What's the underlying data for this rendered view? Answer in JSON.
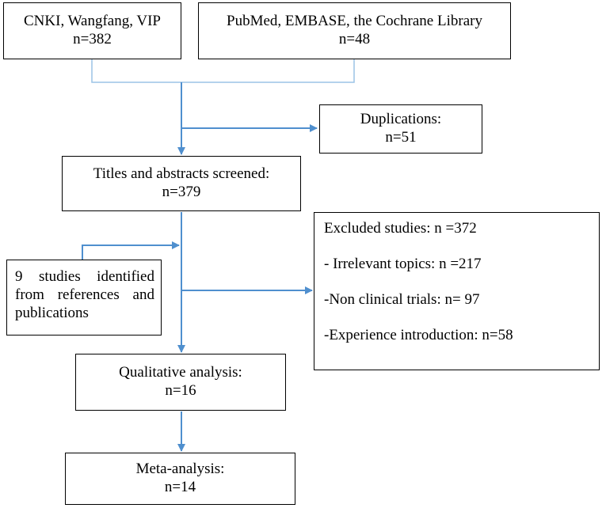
{
  "boxes": {
    "cnki": {
      "line1": "CNKI,  Wangfang,  VIP",
      "line2": "n=382"
    },
    "pubmed": {
      "line1": "PubMed, EMBASE, the Cochrane Library",
      "line2": "n=48"
    },
    "duplications": {
      "line1": "Duplications:",
      "line2": "n=51"
    },
    "titles": {
      "line1": "Titles and abstracts screened:",
      "line2": "n=379"
    },
    "identified": {
      "line1": "9  studies  identified",
      "line2": "from  references  and",
      "line3": "publications"
    },
    "excluded": {
      "line1": "Excluded studies: n =372",
      "line2": "- Irrelevant topics: n =217",
      "line3": "-Non clinical trials: n= 97",
      "line4": "-Experience introduction: n=58"
    },
    "qualitative": {
      "line1": "Qualitative analysis:",
      "line2": "n=16"
    },
    "meta": {
      "line1": "Meta-analysis:",
      "line2": "n=14"
    }
  },
  "colors": {
    "arrow": "#4f8fce",
    "border": "#000000"
  }
}
